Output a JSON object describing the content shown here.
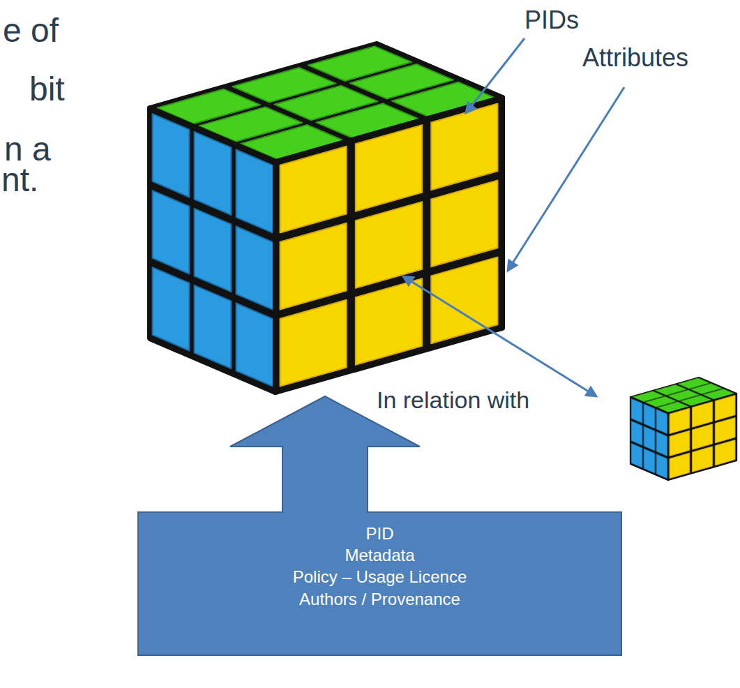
{
  "diagram": {
    "nodes": [
      {
        "text": [
          "PID",
          "Metadata",
          "Policy – Usage Licence",
          "Authors / Provenance"
        ]
      }
    ],
    "labels": [
      "e of",
      "bit",
      "n a",
      "nt.",
      "PIDs",
      "Attributes",
      "In relation with"
    ]
  }
}
